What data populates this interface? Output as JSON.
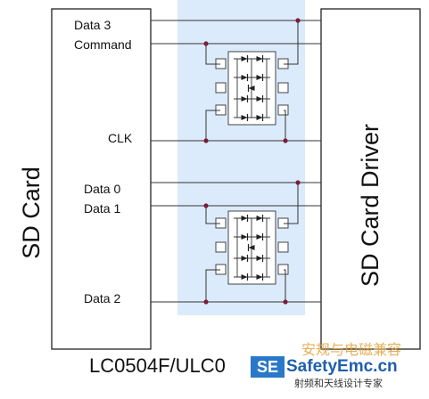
{
  "diagram": {
    "left_block": {
      "title": "SD Card"
    },
    "right_block": {
      "title": "SD Card Driver"
    },
    "signals": {
      "data3": "Data 3",
      "command": "Command",
      "clk": "CLK",
      "data0": "Data 0",
      "data1": "Data 1",
      "data2": "Data 2"
    },
    "caption": "LC0504F/ULC0",
    "colors": {
      "highlight": "#dcebfb",
      "line": "#333333",
      "node": "#7a1c3a",
      "box_outline": "#444444"
    },
    "protection_ic_count": 2
  },
  "watermark": {
    "badge": "SE",
    "site": "SafetyEmc.cn",
    "chinese": "安规与电磁兼容",
    "subtitle": "射频和天线设计专家"
  }
}
